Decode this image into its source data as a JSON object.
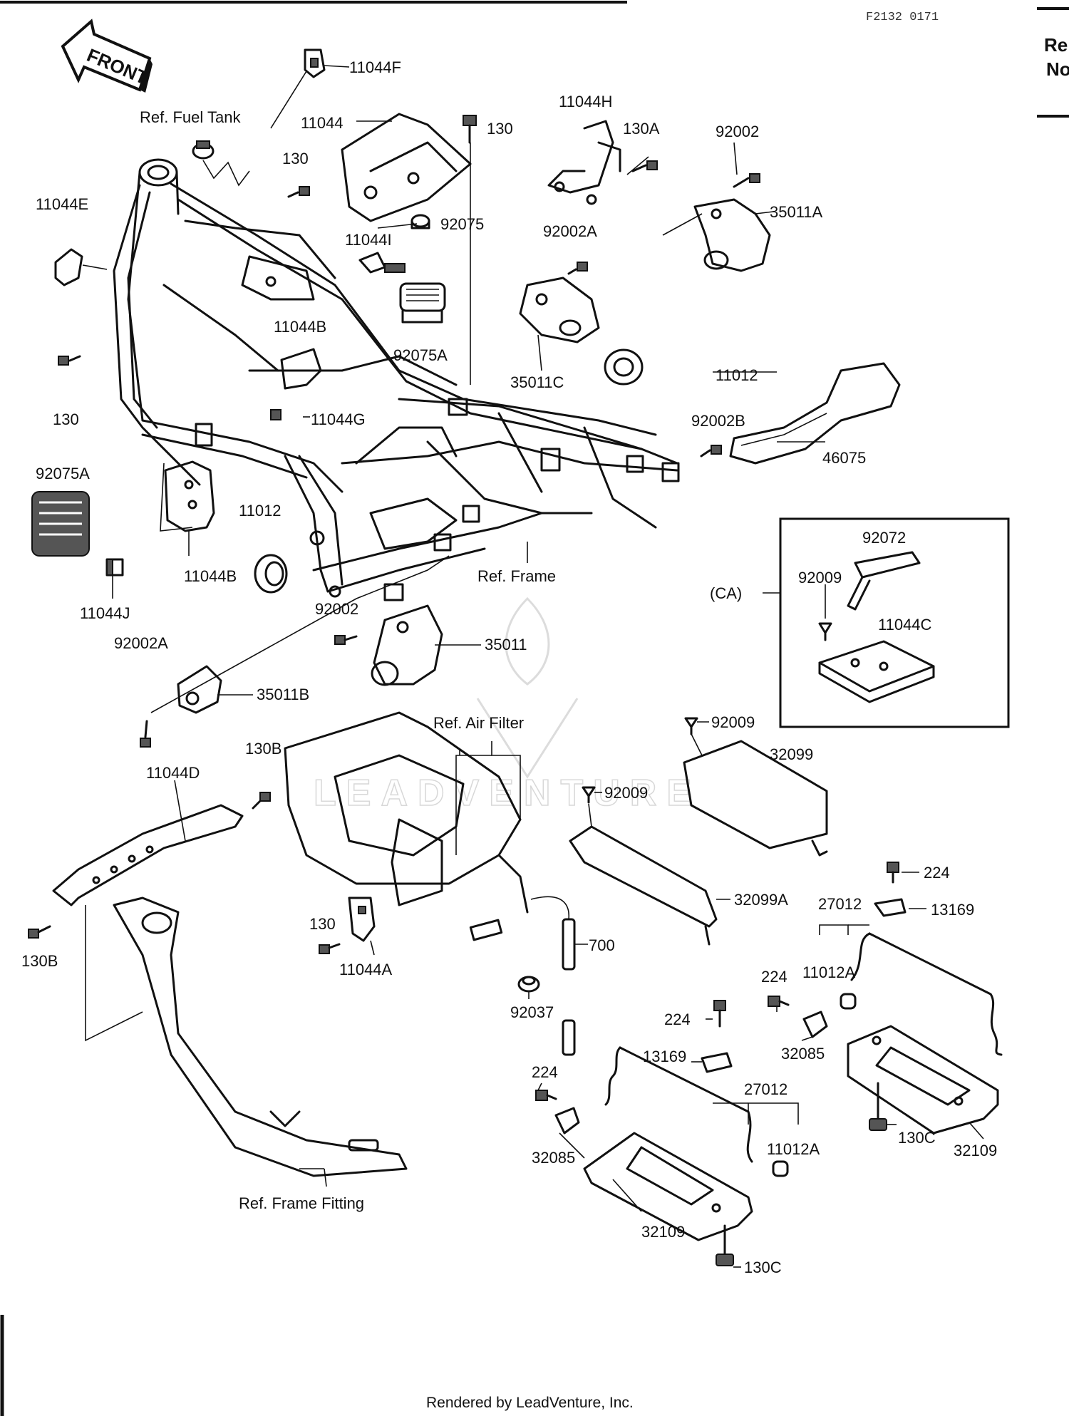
{
  "header": {
    "drawing_code": "F2132 0171",
    "corner_text_1": "Re",
    "corner_text_2": "No"
  },
  "front_arrow": {
    "label": "FRONT"
  },
  "footer": {
    "rendered_by": "Rendered by LeadVenture, Inc."
  },
  "watermark": {
    "text": "LEADVENTURE"
  },
  "callouts": [
    {
      "id": "c01",
      "text": "11044F"
    },
    {
      "id": "c02",
      "text": "Ref. Fuel Tank"
    },
    {
      "id": "c03",
      "text": "11044"
    },
    {
      "id": "c04",
      "text": "130"
    },
    {
      "id": "c05",
      "text": "11044H"
    },
    {
      "id": "c06",
      "text": "130A"
    },
    {
      "id": "c07",
      "text": "92002"
    },
    {
      "id": "c08",
      "text": "130"
    },
    {
      "id": "c09",
      "text": "11044E"
    },
    {
      "id": "c10",
      "text": "35011A"
    },
    {
      "id": "c11",
      "text": "11044I"
    },
    {
      "id": "c12",
      "text": "92075"
    },
    {
      "id": "c13",
      "text": "92002A"
    },
    {
      "id": "c14",
      "text": "11044B"
    },
    {
      "id": "c15",
      "text": "92075A"
    },
    {
      "id": "c16",
      "text": "35011C"
    },
    {
      "id": "c17",
      "text": "11012"
    },
    {
      "id": "c18",
      "text": "130"
    },
    {
      "id": "c19",
      "text": "11044G"
    },
    {
      "id": "c20",
      "text": "92002B"
    },
    {
      "id": "c21",
      "text": "46075"
    },
    {
      "id": "c22",
      "text": "92075A"
    },
    {
      "id": "c23",
      "text": "11012"
    },
    {
      "id": "c24",
      "text": "11044B"
    },
    {
      "id": "c25",
      "text": "Ref. Frame"
    },
    {
      "id": "c26",
      "text": "92072"
    },
    {
      "id": "c27",
      "text": "92009"
    },
    {
      "id": "c28",
      "text": "(CA)"
    },
    {
      "id": "c29",
      "text": "11044J"
    },
    {
      "id": "c30",
      "text": "92002"
    },
    {
      "id": "c31",
      "text": "11044C"
    },
    {
      "id": "c32",
      "text": "92002A"
    },
    {
      "id": "c33",
      "text": "35011"
    },
    {
      "id": "c34",
      "text": "35011B"
    },
    {
      "id": "c35",
      "text": "Ref. Air Filter"
    },
    {
      "id": "c36",
      "text": "92009"
    },
    {
      "id": "c37",
      "text": "130B"
    },
    {
      "id": "c38",
      "text": "11044D"
    },
    {
      "id": "c39",
      "text": "32099"
    },
    {
      "id": "c40",
      "text": "92009"
    },
    {
      "id": "c41",
      "text": "32099A"
    },
    {
      "id": "c42",
      "text": "224"
    },
    {
      "id": "c43",
      "text": "27012"
    },
    {
      "id": "c44",
      "text": "13169"
    },
    {
      "id": "c45",
      "text": "130"
    },
    {
      "id": "c46",
      "text": "700"
    },
    {
      "id": "c47",
      "text": "130B"
    },
    {
      "id": "c48",
      "text": "11044A"
    },
    {
      "id": "c49",
      "text": "224"
    },
    {
      "id": "c50",
      "text": "11012A"
    },
    {
      "id": "c51",
      "text": "92037"
    },
    {
      "id": "c52",
      "text": "224"
    },
    {
      "id": "c53",
      "text": "32085"
    },
    {
      "id": "c54",
      "text": "13169"
    },
    {
      "id": "c55",
      "text": "224"
    },
    {
      "id": "c56",
      "text": "27012"
    },
    {
      "id": "c57",
      "text": "32085"
    },
    {
      "id": "c58",
      "text": "11012A"
    },
    {
      "id": "c59",
      "text": "130C"
    },
    {
      "id": "c60",
      "text": "32109"
    },
    {
      "id": "c61",
      "text": "Ref. Frame Fitting"
    },
    {
      "id": "c62",
      "text": "32109"
    },
    {
      "id": "c63",
      "text": "130C"
    }
  ]
}
